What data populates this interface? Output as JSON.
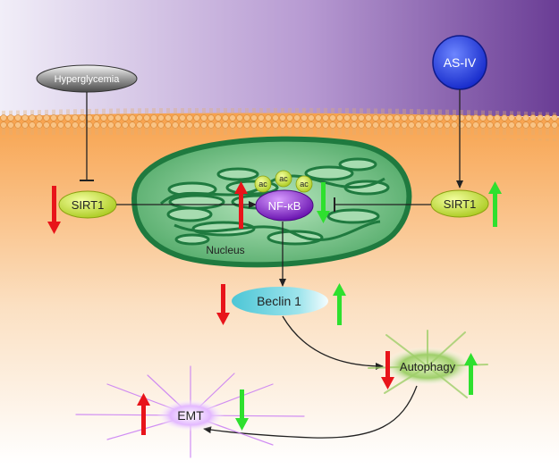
{
  "colors": {
    "cytoplasm_top": "#f8a24c",
    "cytoplasm_bottom": "#ffffff",
    "extracellular_left": "#f1eef8",
    "extracellular_right": "#6a3d95",
    "lipid_head": "#f9c384",
    "up_red": "#e8141a",
    "down_red": "#e8141a",
    "up_green": "#2ee02e",
    "down_green": "#2ee02e",
    "mito_dark": "#1f7a3f",
    "mito_light": "#8fd39b",
    "sirt1_fill": "#d6ea3c",
    "nfkb_fill": "#8b2fd1",
    "asiv_fill": "#1f3ee8",
    "beclin_fill": "#4cc6d6"
  },
  "nodes": {
    "hyperglycemia": "Hyperglycemia",
    "asiv": "AS-IV",
    "sirt1_left": "SIRT1",
    "sirt1_right": "SIRT1",
    "nfkb": "NF-κB",
    "nucleus": "Nucleus",
    "beclin": "Beclin 1",
    "autophagy": "Autophagy",
    "emt": "EMT",
    "ac_labels": [
      "ac",
      "ac",
      "ac"
    ]
  },
  "icons": {
    "up_arrow": "arrow-up-icon",
    "down_arrow": "arrow-down-icon"
  }
}
